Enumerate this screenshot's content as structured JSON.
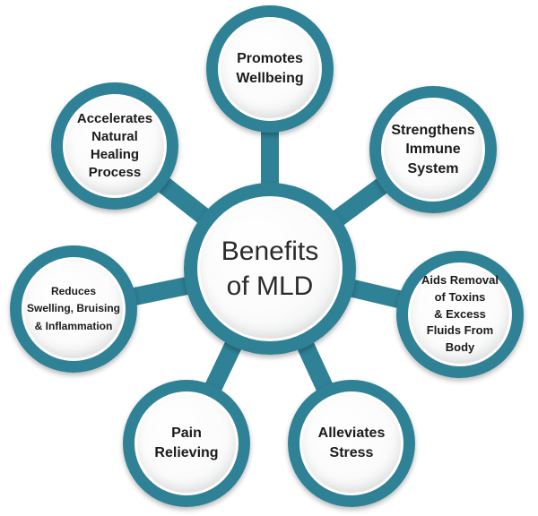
{
  "accent_color": "#2f8196",
  "center": {
    "label": "Benefits\nof MLD"
  },
  "benefits": [
    {
      "label": "Promotes\nWellbeing"
    },
    {
      "label": "Strengthens\nImmune\nSystem"
    },
    {
      "label": "Aids Removal\nof Toxins\n& Excess\nFluids From\nBody"
    },
    {
      "label": "Alleviates\nStress"
    },
    {
      "label": "Pain\nRelieving"
    },
    {
      "label": "Reduces\nSwelling, Bruising\n& Inflammation"
    },
    {
      "label": "Accelerates\nNatural\nHealing\nProcess"
    }
  ]
}
